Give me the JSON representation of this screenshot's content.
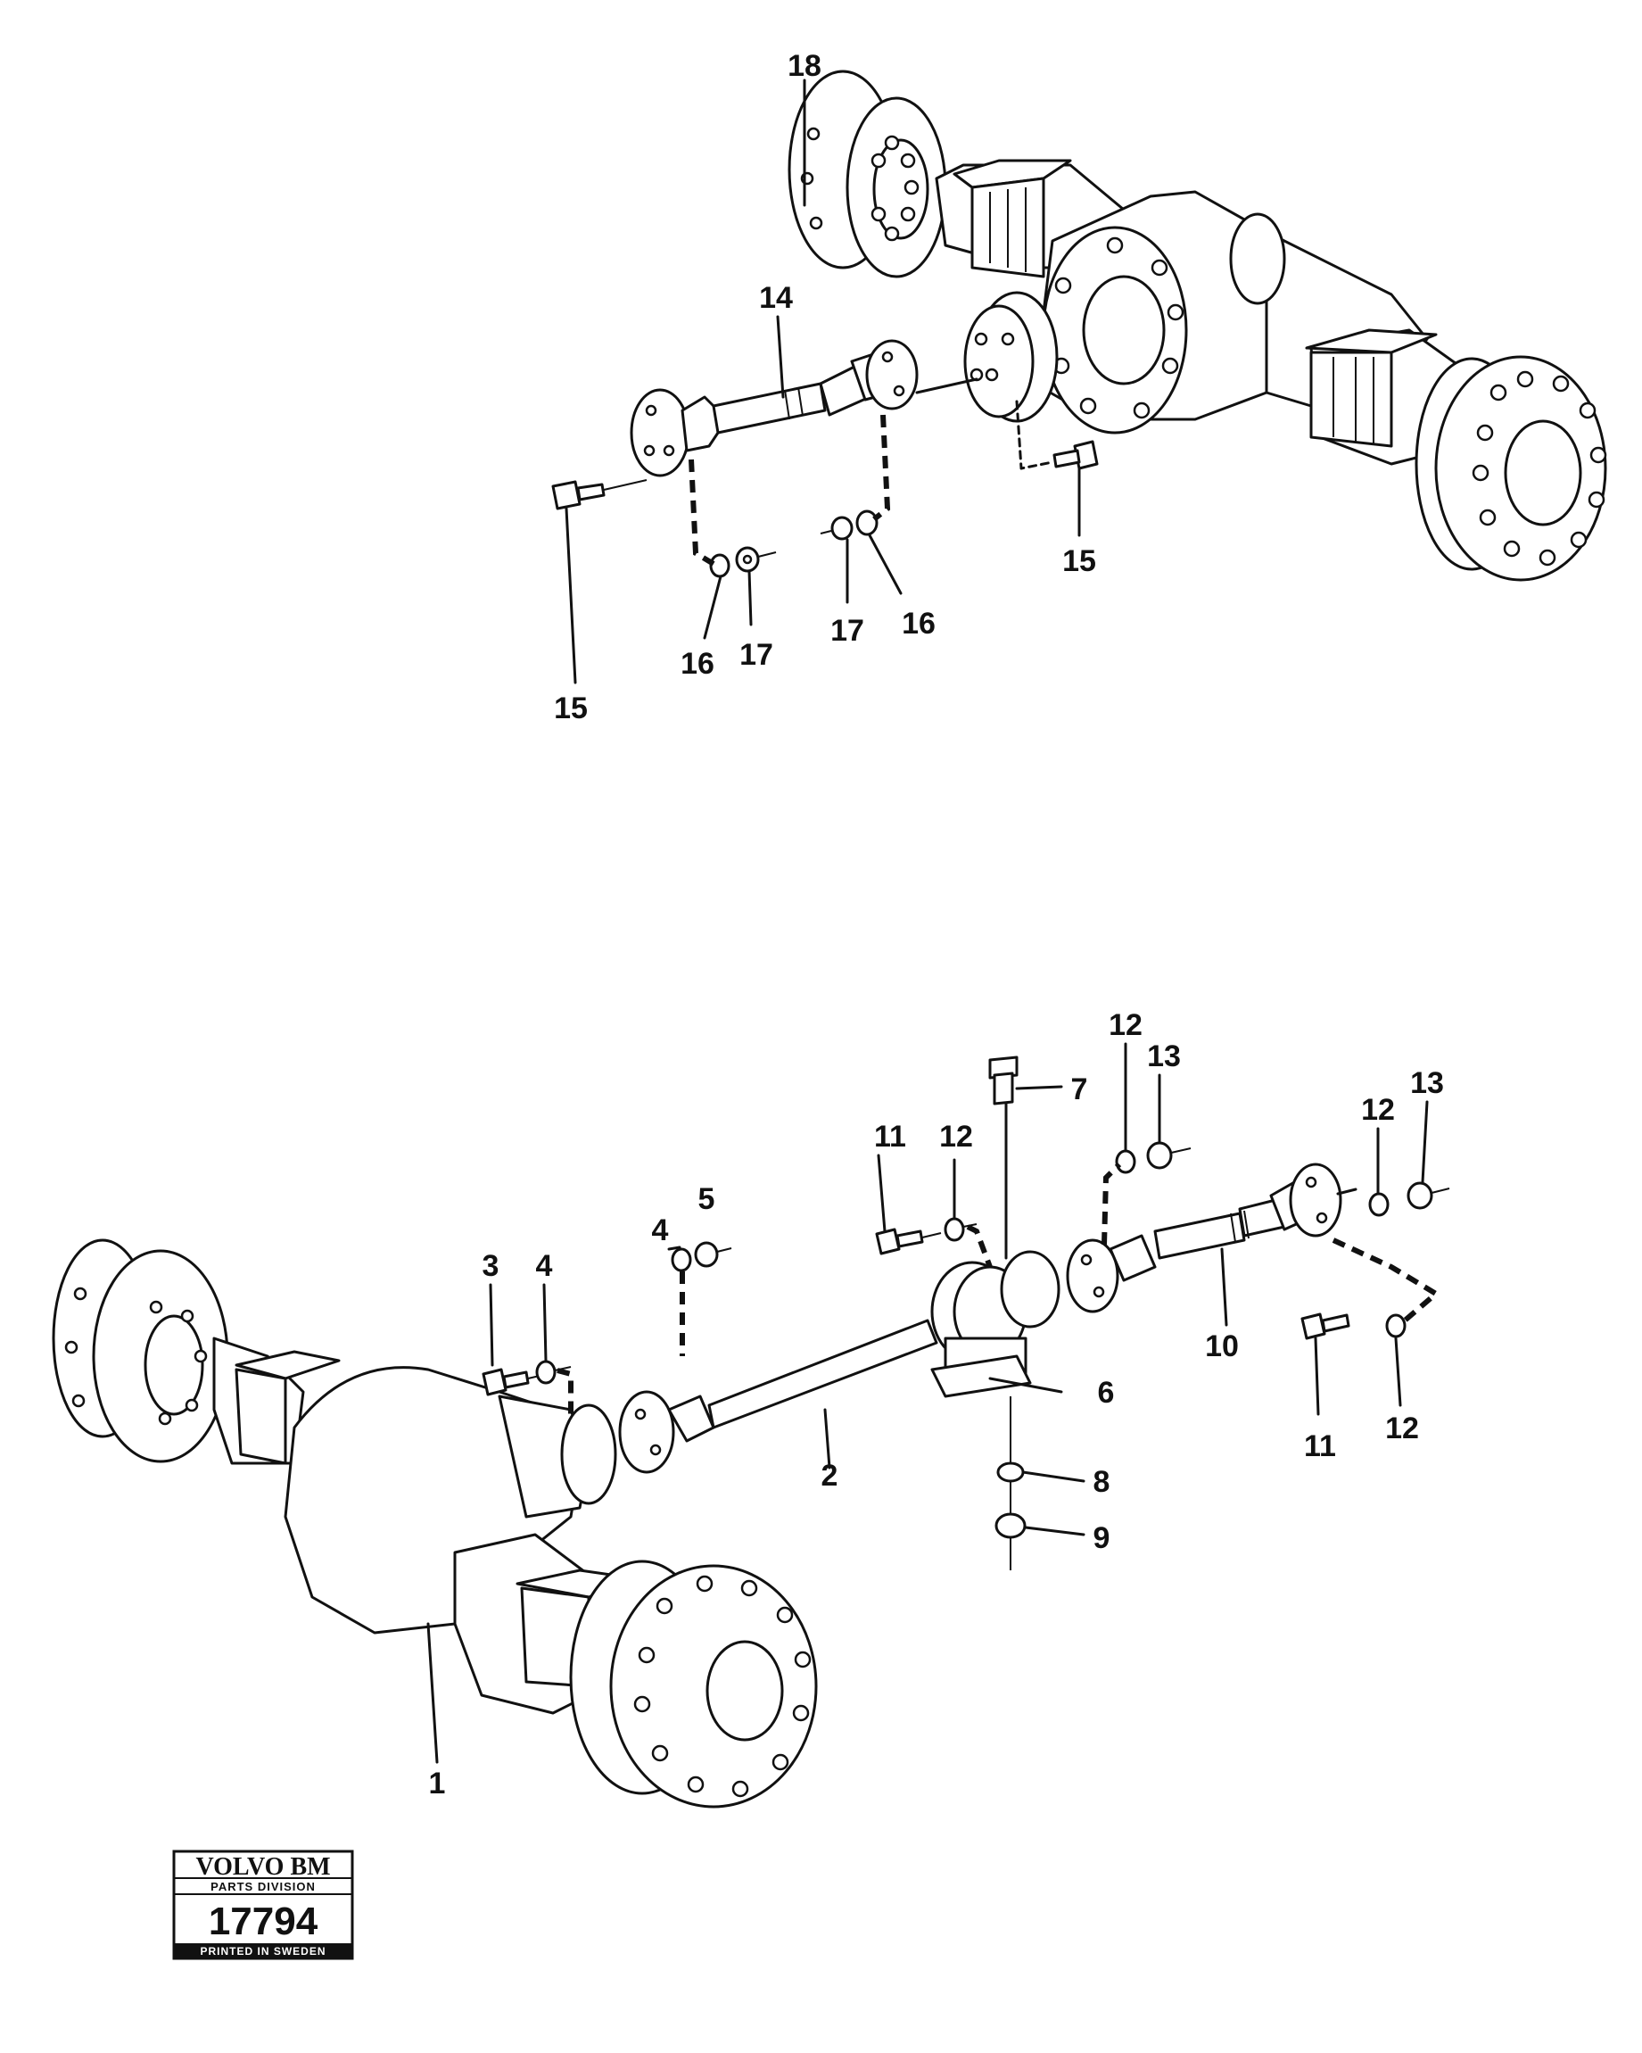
{
  "callouts": {
    "c1": "1",
    "c2": "2",
    "c3": "3",
    "c4a": "4",
    "c4b": "4",
    "c5": "5",
    "c6": "6",
    "c7": "7",
    "c8": "8",
    "c9": "9",
    "c10": "10",
    "c11a": "11",
    "c11b": "11",
    "c12a": "12",
    "c12b": "12",
    "c12c": "12",
    "c12d": "12",
    "c13a": "13",
    "c13b": "13",
    "c14": "14",
    "c15a": "15",
    "c15b": "15",
    "c16a": "16",
    "c16b": "16",
    "c17a": "17",
    "c17b": "17",
    "c18": "18"
  },
  "stamp": {
    "brand": "VOLVO BM",
    "division": "PARTS DIVISION",
    "number": "17794",
    "footer": "PRINTED IN SWEDEN"
  }
}
